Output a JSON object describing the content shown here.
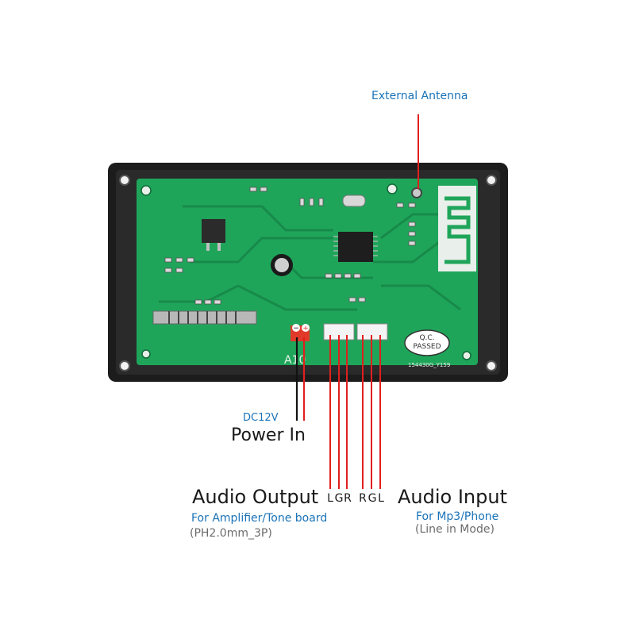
{
  "labels": {
    "antenna": "External Antenna",
    "power_sub": "DC12V",
    "power": "Power In",
    "output_title": "Audio Output",
    "output_sub": "For Amplifier/Tone board",
    "output_spec": "(PH2.0mm_3P)",
    "input_title": "Audio Input",
    "input_sub": "For Mp3/Phone",
    "input_spec": "(Line in Mode)"
  },
  "pins": {
    "output": [
      "L",
      "G",
      "R"
    ],
    "input": [
      "R",
      "G",
      "L"
    ]
  },
  "board": {
    "model": "A10",
    "qc_line1": "Q.C.",
    "qc_line2": "PASSED",
    "serial": "154430G_Y159",
    "pcb_color": "#1fa55a",
    "frame_color": "#1c1c1c"
  },
  "colors": {
    "label_blue": "#1a73b8",
    "wire_red": "#e0201e",
    "wire_black": "#111111"
  }
}
